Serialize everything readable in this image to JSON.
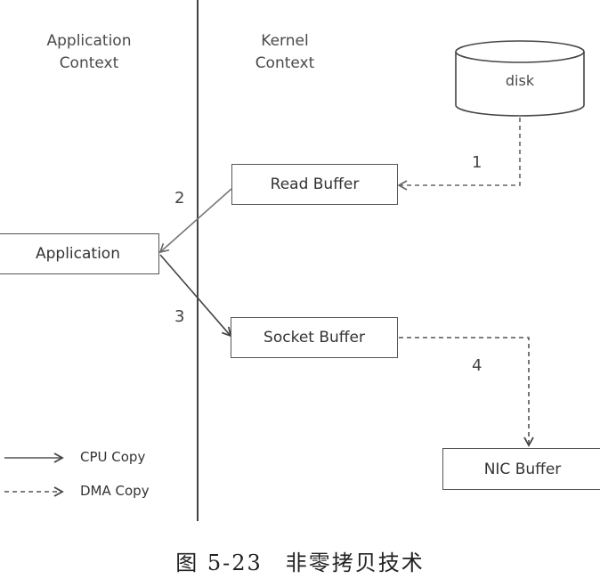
{
  "contexts": {
    "application": [
      "Application",
      "Context"
    ],
    "kernel": [
      "Kernel",
      "Context"
    ]
  },
  "nodes": {
    "disk": "disk",
    "read_buffer": "Read Buffer",
    "application": "Application",
    "socket_buffer": "Socket Buffer",
    "nic_buffer": "NIC Buffer"
  },
  "steps": [
    "1",
    "2",
    "3",
    "4"
  ],
  "legend": {
    "cpu_copy": "CPU Copy",
    "dma_copy": "DMA Copy"
  },
  "caption": "图 5-23　非零拷贝技术"
}
